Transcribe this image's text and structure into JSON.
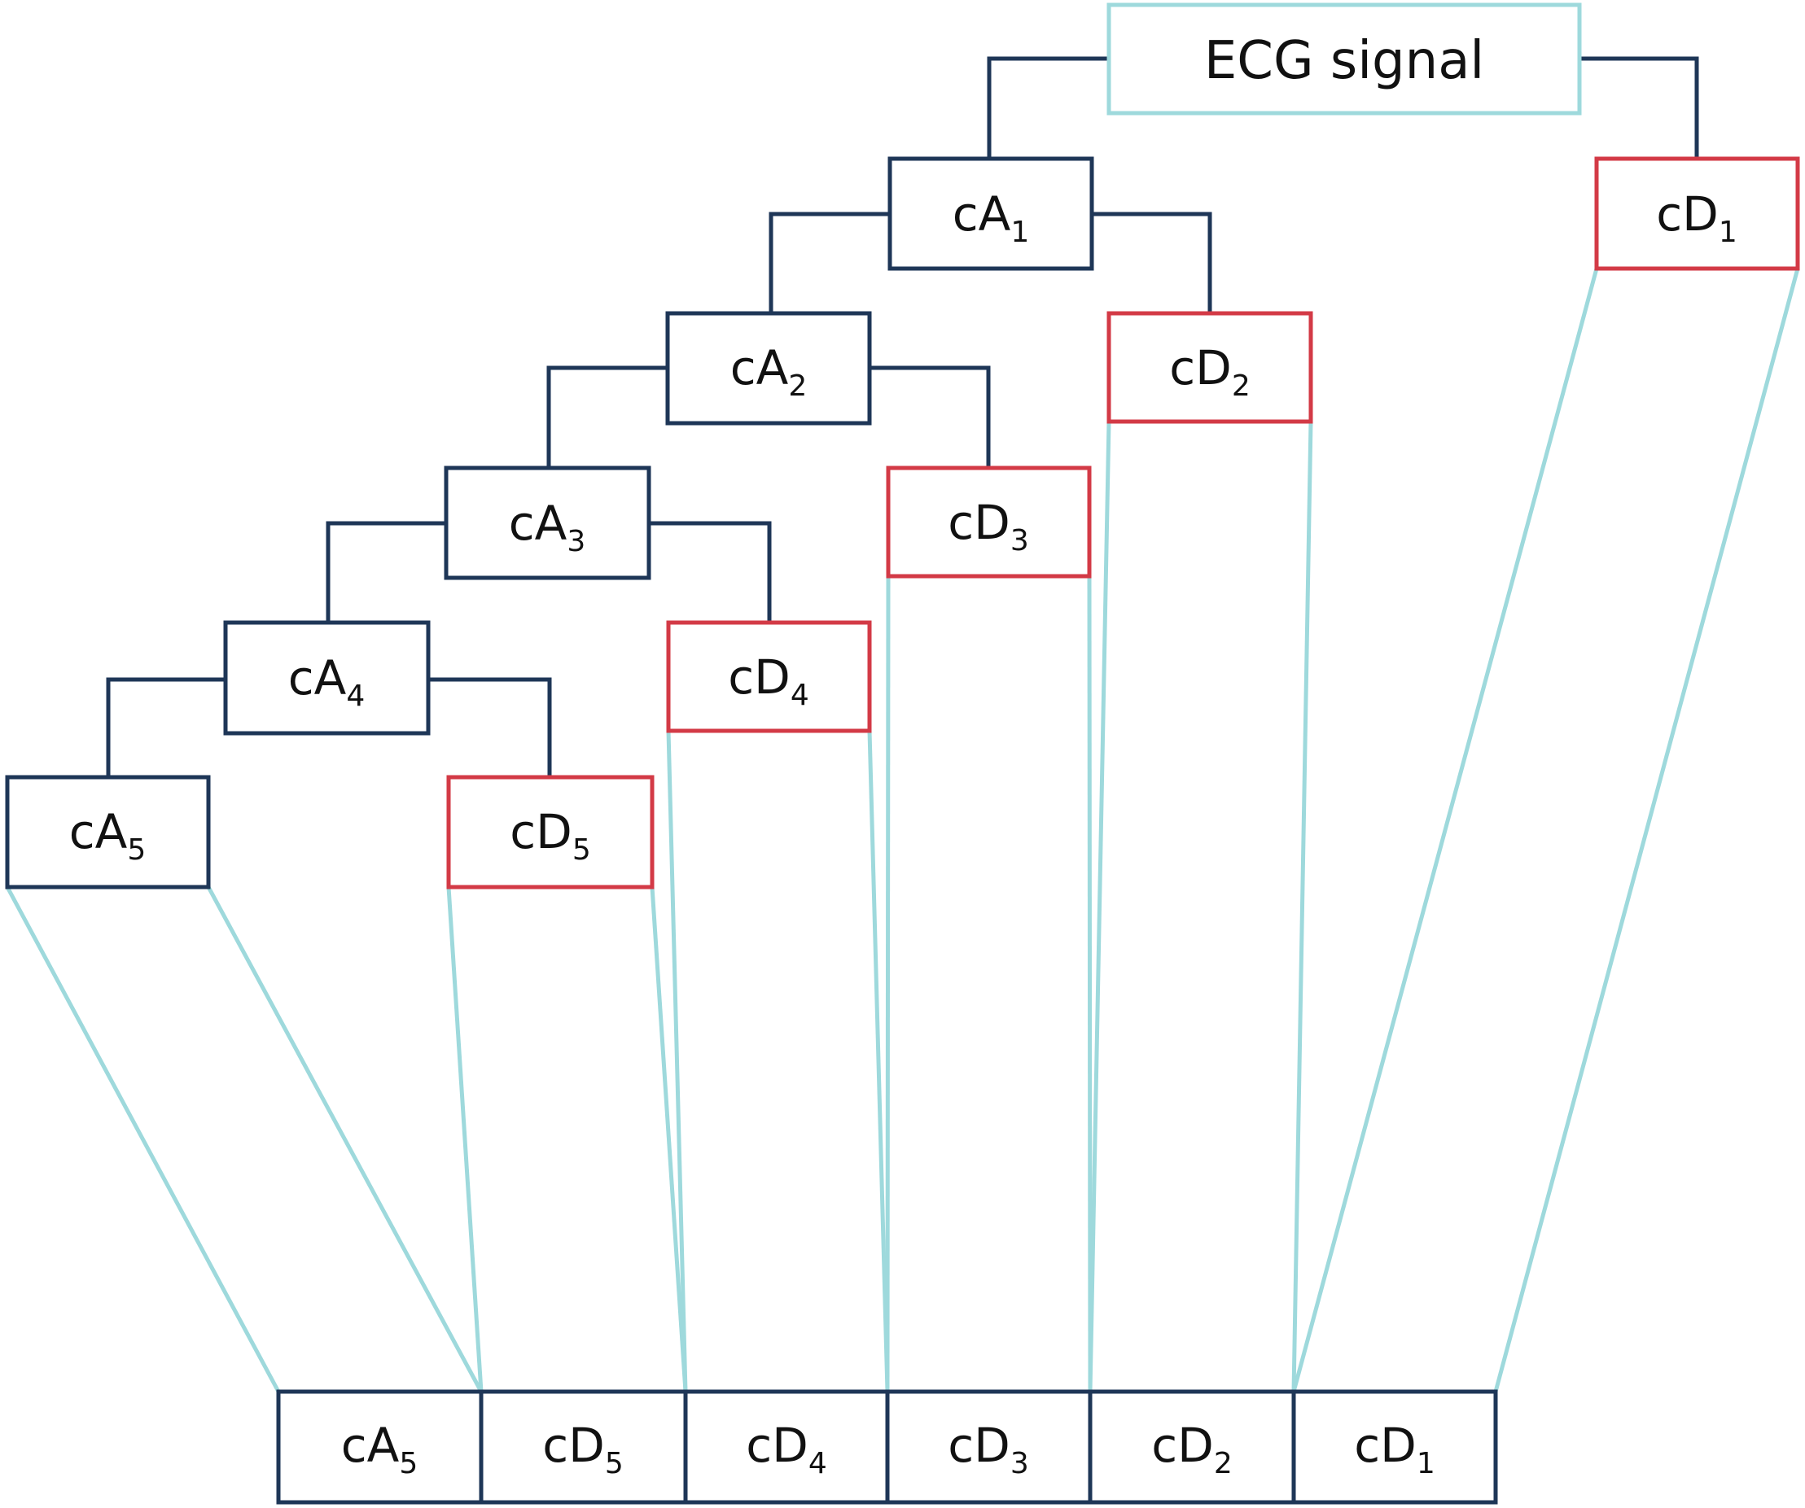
{
  "colors": {
    "approx_border": "#1e3657",
    "detail_border": "#d33a46",
    "signal_border": "#9ed9dc",
    "connector": "#1e3657",
    "mapping_line": "#9ed9dc"
  },
  "signal": {
    "label": "ECG signal"
  },
  "approximations": [
    {
      "label": "cA",
      "sub": "1"
    },
    {
      "label": "cA",
      "sub": "2"
    },
    {
      "label": "cA",
      "sub": "3"
    },
    {
      "label": "cA",
      "sub": "4"
    },
    {
      "label": "cA",
      "sub": "5"
    }
  ],
  "details": [
    {
      "label": "cD",
      "sub": "1"
    },
    {
      "label": "cD",
      "sub": "2"
    },
    {
      "label": "cD",
      "sub": "3"
    },
    {
      "label": "cD",
      "sub": "4"
    },
    {
      "label": "cD",
      "sub": "5"
    }
  ],
  "output_vector": [
    {
      "label": "cA",
      "sub": "5"
    },
    {
      "label": "cD",
      "sub": "5"
    },
    {
      "label": "cD",
      "sub": "4"
    },
    {
      "label": "cD",
      "sub": "3"
    },
    {
      "label": "cD",
      "sub": "2"
    },
    {
      "label": "cD",
      "sub": "1"
    }
  ]
}
